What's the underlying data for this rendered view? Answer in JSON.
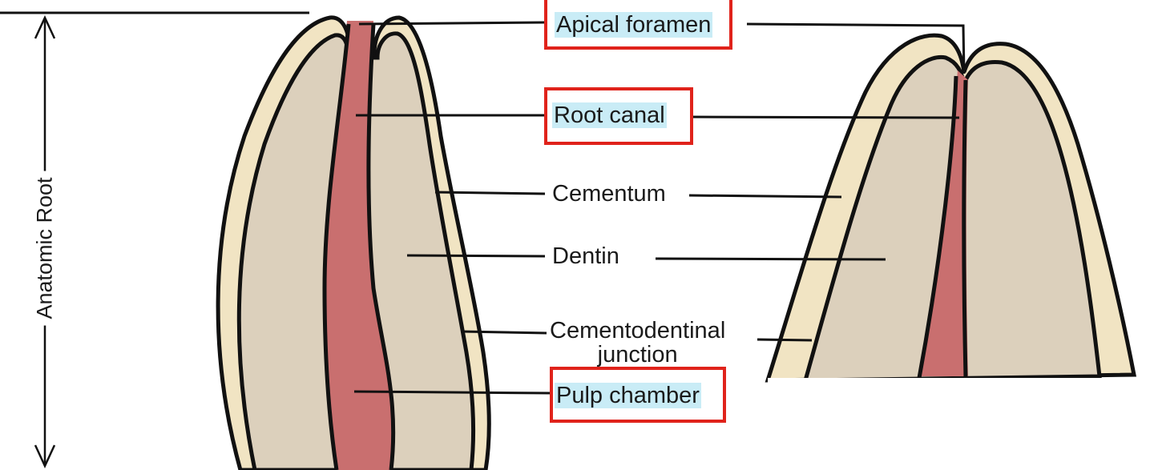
{
  "labels": {
    "apical_foramen": "Apical foramen",
    "root_canal": "Root canal",
    "cementum": "Cementum",
    "dentin": "Dentin",
    "cementodentinal_line1": "Cementodentinal",
    "cementodentinal_line2": "junction",
    "pulp_chamber": "Pulp chamber",
    "anatomic_root": "Anatomic Root"
  },
  "highlighted": [
    "Apical foramen",
    "Root canal",
    "Pulp chamber"
  ],
  "colors": {
    "cementum": "#f1e4c3",
    "dentin": "#dcd0bc",
    "pulp": "#c96f6f",
    "highlight_box": "#e0231b",
    "label_highlight": "#c9ecf6",
    "outline": "#111111"
  }
}
